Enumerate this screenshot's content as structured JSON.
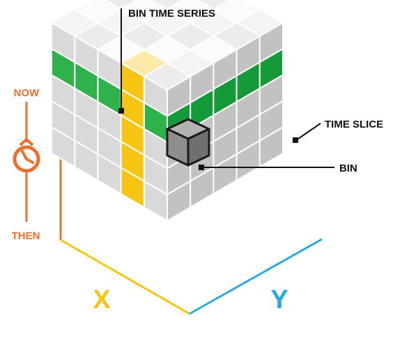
{
  "labels": {
    "bin_time_series": "BIN TIME SERIES",
    "time_slice": "TIME SLICE",
    "bin": "BIN",
    "now": "NOW",
    "then": "THEN",
    "axis_x": "X",
    "axis_y": "Y"
  },
  "colors": {
    "time_axis": "#ee6f2d",
    "x_axis": "#f6c514",
    "y_axis": "#29a8e0",
    "time_slice": "#3bb54a",
    "bin_time_series": "#f6c514",
    "cube_grey": "#dcdcdc",
    "callout": "#111111"
  },
  "cube": {
    "size_x": 5,
    "size_y": 5,
    "size_z": 5,
    "highlight_time_slice_layer": "top-2",
    "highlight_column": "front-left x=1"
  },
  "icons": [
    "clock-icon"
  ]
}
